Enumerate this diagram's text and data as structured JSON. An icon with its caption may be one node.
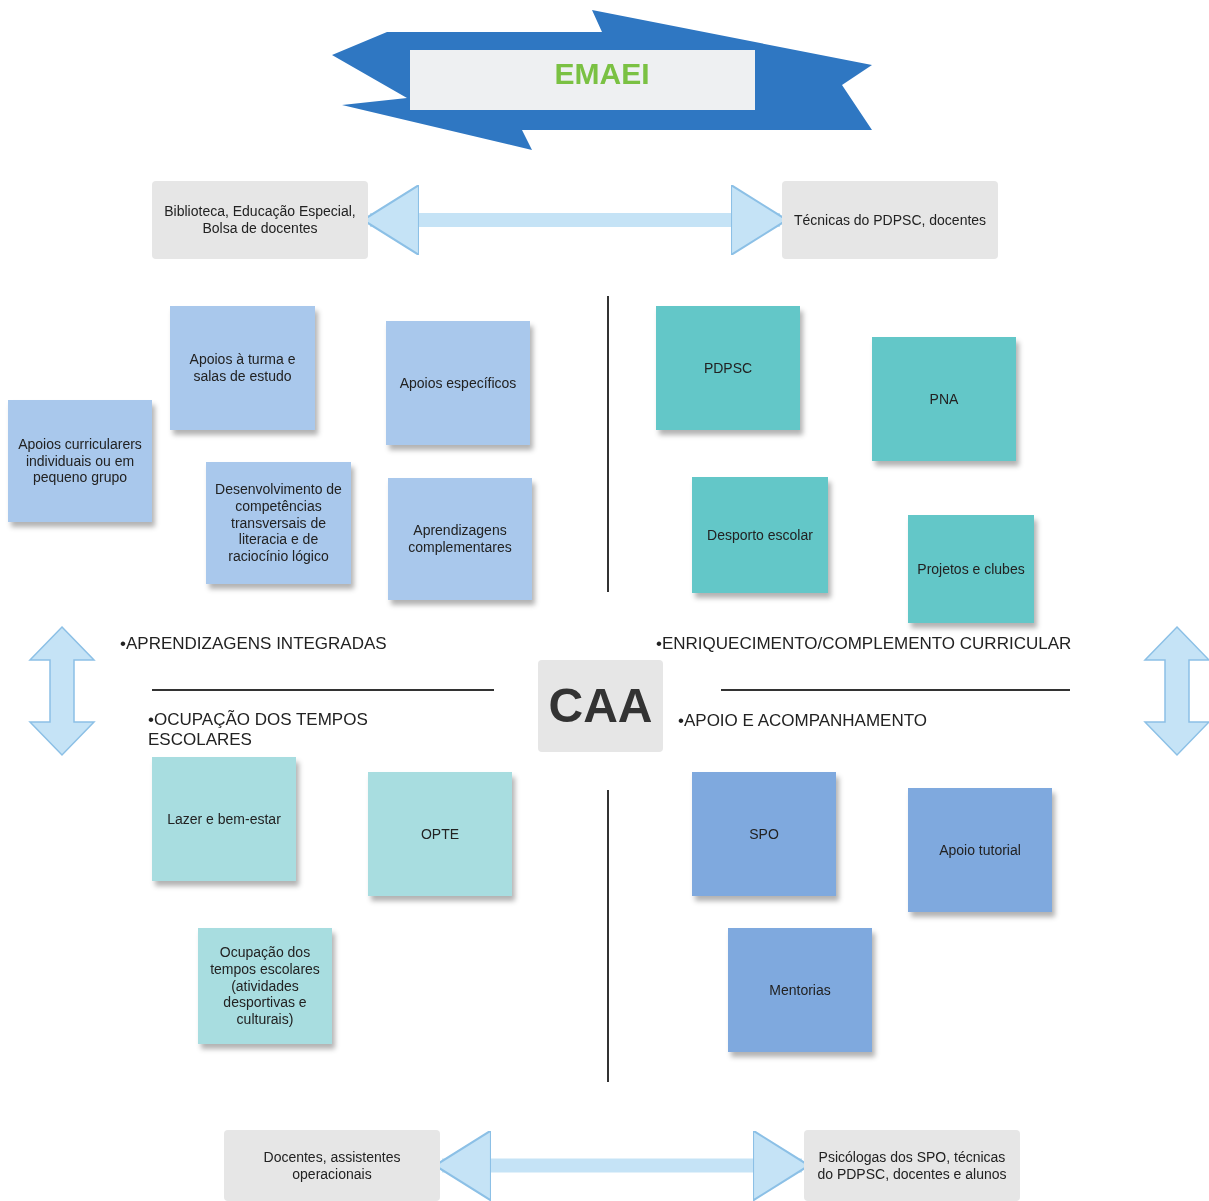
{
  "diagram": {
    "nodes": [
      {
        "text": [
          "EMAEI"
        ]
      },
      {
        "text": [
          "Biblioteca, Educação Especial, Bolsa de docentes"
        ]
      },
      {
        "text": [
          "Técnicas do PDPSC, docentes"
        ]
      },
      {
        "text": [
          "Apoios à turma e salas de estudo"
        ]
      },
      {
        "text": [
          "Apoios específicos"
        ]
      },
      {
        "text": [
          "Apoios curricularers individuais ou em pequeno grupo"
        ]
      },
      {
        "text": [
          "Desenvolvimento de competências transversais de literacia e de raciocínio lógico"
        ]
      },
      {
        "text": [
          "Aprendizagens complementares"
        ]
      },
      {
        "text": [
          "PDPSC"
        ]
      },
      {
        "text": [
          "PNA"
        ]
      },
      {
        "text": [
          "Desporto escolar"
        ]
      },
      {
        "text": [
          "Projetos e clubes"
        ]
      },
      {
        "text": [
          "•APRENDIZAGENS INTEGRADAS"
        ]
      },
      {
        "text": [
          "•ENRIQUECIMENTO/COMPLEMENTO CURRICULAR"
        ]
      },
      {
        "text": [
          "CAA"
        ]
      },
      {
        "text": [
          "•OCUPAÇÃO DOS TEMPOS ESCOLARES"
        ]
      },
      {
        "text": [
          "•APOIO E ACOMPANHAMENTO"
        ]
      },
      {
        "text": [
          "Lazer e bem-estar"
        ]
      },
      {
        "text": [
          "OPTE"
        ]
      },
      {
        "text": [
          "SPO"
        ]
      },
      {
        "text": [
          "Apoio tutorial"
        ]
      },
      {
        "text": [
          "Ocupação dos tempos escolares (atividades desportivas e culturais)"
        ]
      },
      {
        "text": [
          "Mentorias"
        ]
      },
      {
        "text": [
          "Docentes, assistentes operacionais"
        ]
      },
      {
        "text": [
          "Psicólogas dos SPO, técnicas do PDPSC, docentes e alunos"
        ]
      }
    ],
    "edges": [
      {
        "from": 1,
        "to": 2,
        "arrow": "both"
      },
      {
        "from": 23,
        "to": 24,
        "arrow": "both"
      }
    ]
  }
}
